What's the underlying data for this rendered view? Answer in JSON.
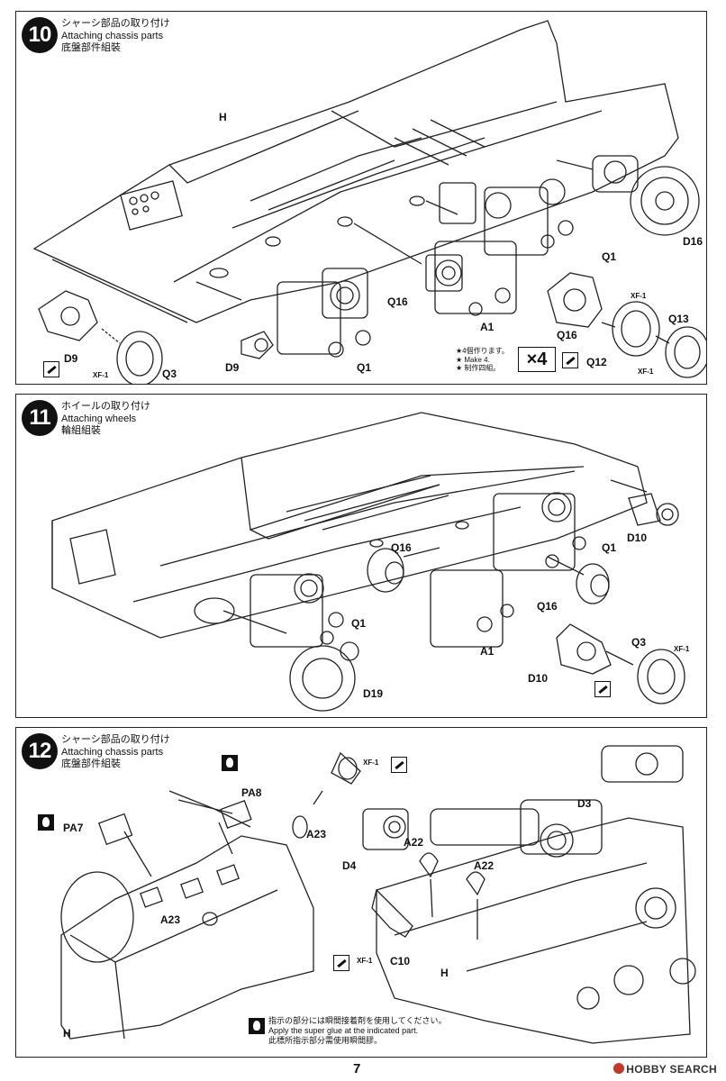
{
  "page_number": "7",
  "watermark": "HOBBY SEARCH",
  "steps": [
    {
      "number": "10",
      "title_jp": "シャーシ部品の取り付け",
      "title_en": "Attaching chassis parts",
      "title_cn": "底盤部件組裝",
      "labels": [
        "H",
        "D16",
        "Q1",
        "Q16",
        "A1",
        "Q1",
        "D9",
        "D9",
        "Q3",
        "Q16",
        "Q12",
        "Q13"
      ],
      "paint": [
        "XF-1",
        "XF-1",
        "XF-1"
      ],
      "make_note": [
        "★4個作ります。",
        "★ Make 4.",
        "★ 制作四組。"
      ],
      "multiplier": "×4"
    },
    {
      "number": "11",
      "title_jp": "ホイールの取り付け",
      "title_en": "Attaching wheels",
      "title_cn": "輪組組裝",
      "labels": [
        "Q16",
        "Q1",
        "D10",
        "Q16",
        "Q1",
        "A1",
        "D19",
        "Q3",
        "D10"
      ],
      "paint": [
        "XF-1"
      ]
    },
    {
      "number": "12",
      "title_jp": "シャーシ部品の取り付け",
      "title_en": "Attaching chassis parts",
      "title_cn": "底盤部件組裝",
      "labels": [
        "PA8",
        "PA7",
        "A23",
        "A23",
        "D4",
        "A22",
        "A22",
        "D3",
        "C10",
        "H",
        "H"
      ],
      "paint": [
        "XF-1",
        "XF-1"
      ],
      "glue_note": [
        "指示の部分には瞬間接着剤を使用してください。",
        "Apply the super glue at the indicated part.",
        "此標所指示部分需使用瞬間膠。"
      ]
    }
  ]
}
